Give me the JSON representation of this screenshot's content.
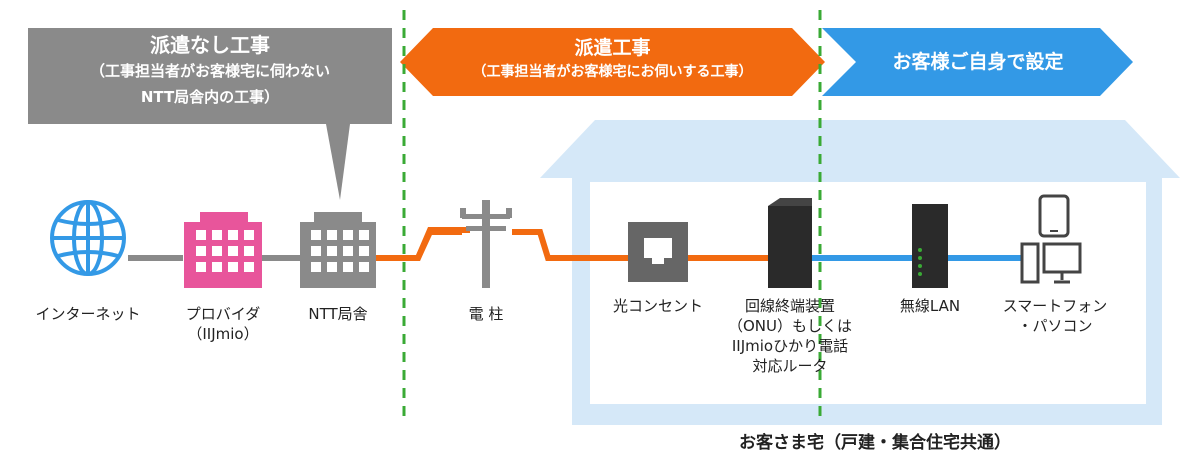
{
  "callout": {
    "title": "派遣なし工事",
    "sub1": "（工事担当者がお客様宅に伺わない",
    "sub2": "NTT局舎内の工事）"
  },
  "banner_orange": {
    "title": "派遣工事",
    "sub": "（工事担当者がお客様宅にお伺いする工事）"
  },
  "banner_blue": {
    "title": "お客様ご自身で設定"
  },
  "nodes": {
    "internet": "インターネット",
    "provider_1": "プロバイダ",
    "provider_2": "（IIJmio）",
    "ntt": "NTT局舎",
    "pole": "電 柱",
    "outlet": "光コンセント",
    "onu_1": "回線終端装置",
    "onu_2": "（ONU）もしくは",
    "onu_3": "IIJmioひかり電話",
    "onu_4": "対応ルータ",
    "wifi": "無線LAN",
    "device_1": "スマートフォン",
    "device_2": "・パソコン"
  },
  "footer": "お客さま宅（戸建・集合住宅共通）",
  "colors": {
    "gray": "#8a8a8a",
    "orange": "#f26a10",
    "blue": "#3399e6",
    "house": "#d5e8f8",
    "pink": "#e8559b",
    "green": "#3aaa35",
    "dark": "#222222"
  },
  "icons": [
    "globe-icon",
    "provider-building-icon",
    "ntt-building-icon",
    "utility-pole-icon",
    "optical-outlet-icon",
    "onu-device-icon",
    "wifi-router-icon",
    "smartphone-icon",
    "pc-icon"
  ]
}
